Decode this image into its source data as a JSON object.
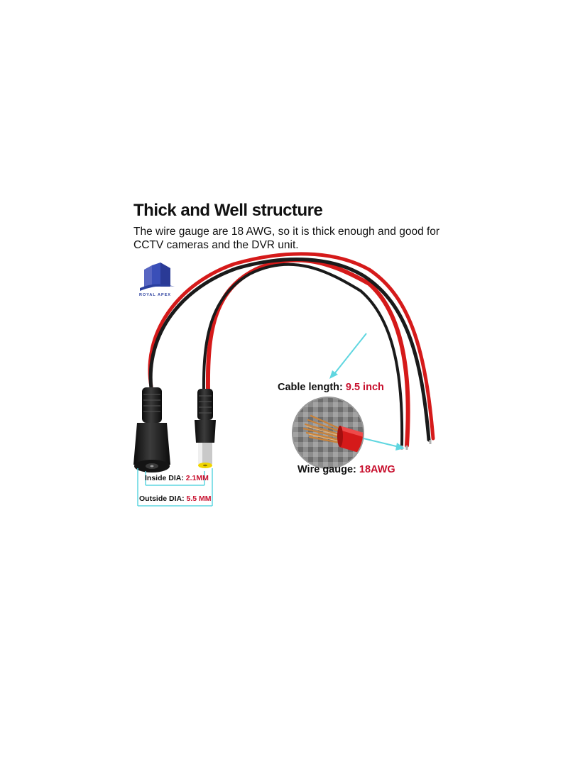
{
  "heading": "Thick and Well structure",
  "description": "The wire gauge are 18 AWG, so it is thick enough and good for CCTV cameras and the DVR unit.",
  "logo": {
    "text": "ROYAL APEX",
    "icon": "building-logo-icon"
  },
  "callouts": {
    "cable_length": {
      "label": "Cable length:",
      "value": "9.5 inch"
    },
    "wire_gauge": {
      "label": "Wire gauge:",
      "value": "18AWG"
    },
    "inside_dia": {
      "label": "Inside DIA:",
      "value": "2.1MM"
    },
    "outside_dia": {
      "label": "Outside DIA:",
      "value": "5.5 MM"
    }
  },
  "colors": {
    "accent_red": "#c8102e",
    "callout_line": "#5fd6e0",
    "wire_red": "#d51a1a",
    "wire_black": "#1a1a1a",
    "logo_blue": "#3a4fb8"
  }
}
